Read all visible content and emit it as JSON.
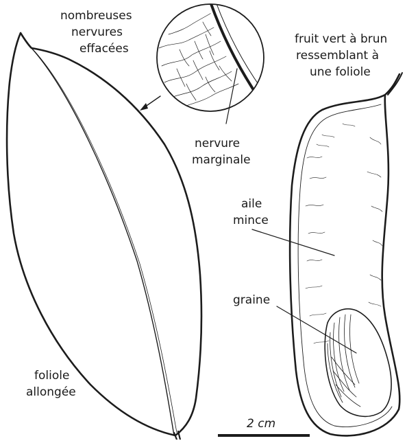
{
  "labels": {
    "nervures": [
      "nombreuses",
      "nervures",
      "effacées"
    ],
    "fruit": [
      "fruit vert à brun",
      "ressemblant à",
      "une foliole"
    ],
    "nervure_marginale": [
      "nervure",
      "marginale"
    ],
    "aile": [
      "aile",
      "mince"
    ],
    "graine": "graine",
    "foliole": [
      "foliole",
      "allongée"
    ],
    "scale": "2 cm"
  }
}
